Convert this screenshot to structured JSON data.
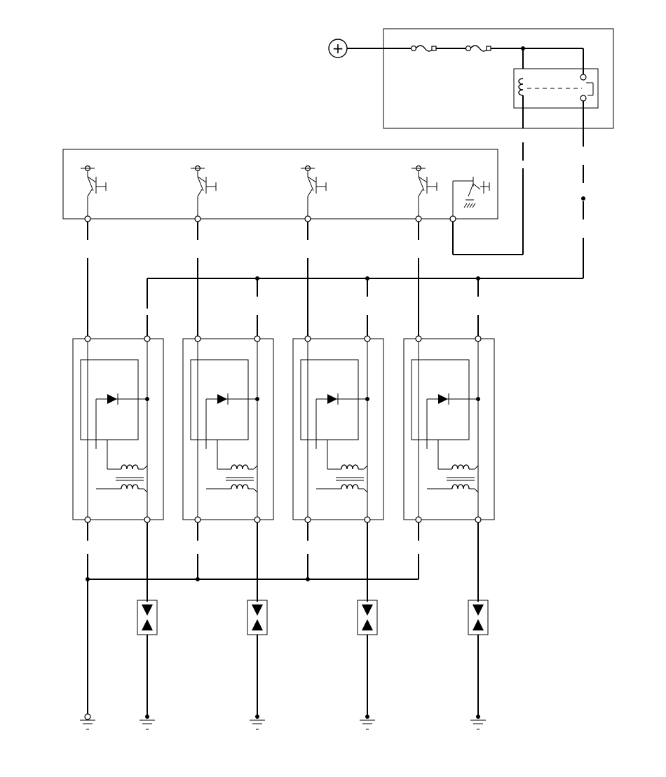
{
  "diagram": {
    "power_symbol": "+",
    "modules": 4,
    "connectors": 4,
    "grounds": 5,
    "icons": [
      "battery-plus-icon",
      "fuse-icon",
      "relay-coil-icon",
      "transistor-icon",
      "diode-icon",
      "ignition-coil-icon",
      "spark-plug-connector-icon",
      "ground-icon"
    ]
  }
}
